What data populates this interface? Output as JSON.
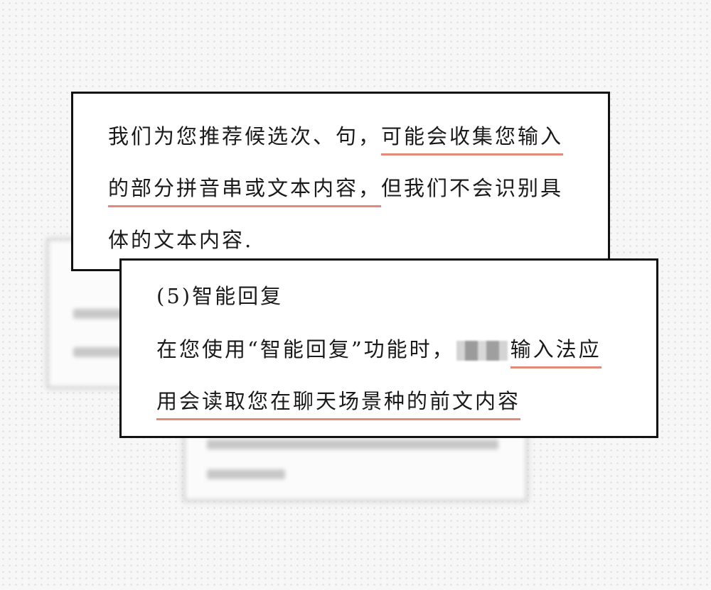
{
  "card1": {
    "line1_plain": "我们为您推荐候选次、句，",
    "line1_hl": "可能会收集您输入",
    "line2_hl": "的部分拼音串或文本内容，",
    "line2_plain": "但我们不会识别具",
    "line3": "体的文本内容."
  },
  "card2": {
    "heading": "(5)智能回复",
    "line2_plain": "在您使用“智能回复”功能时，",
    "line2_hl": "输入法应",
    "line3_hl": "用会读取您在聊天场景种的前文内容"
  },
  "colors": {
    "underline": "#e08a7a",
    "border": "#111111"
  }
}
